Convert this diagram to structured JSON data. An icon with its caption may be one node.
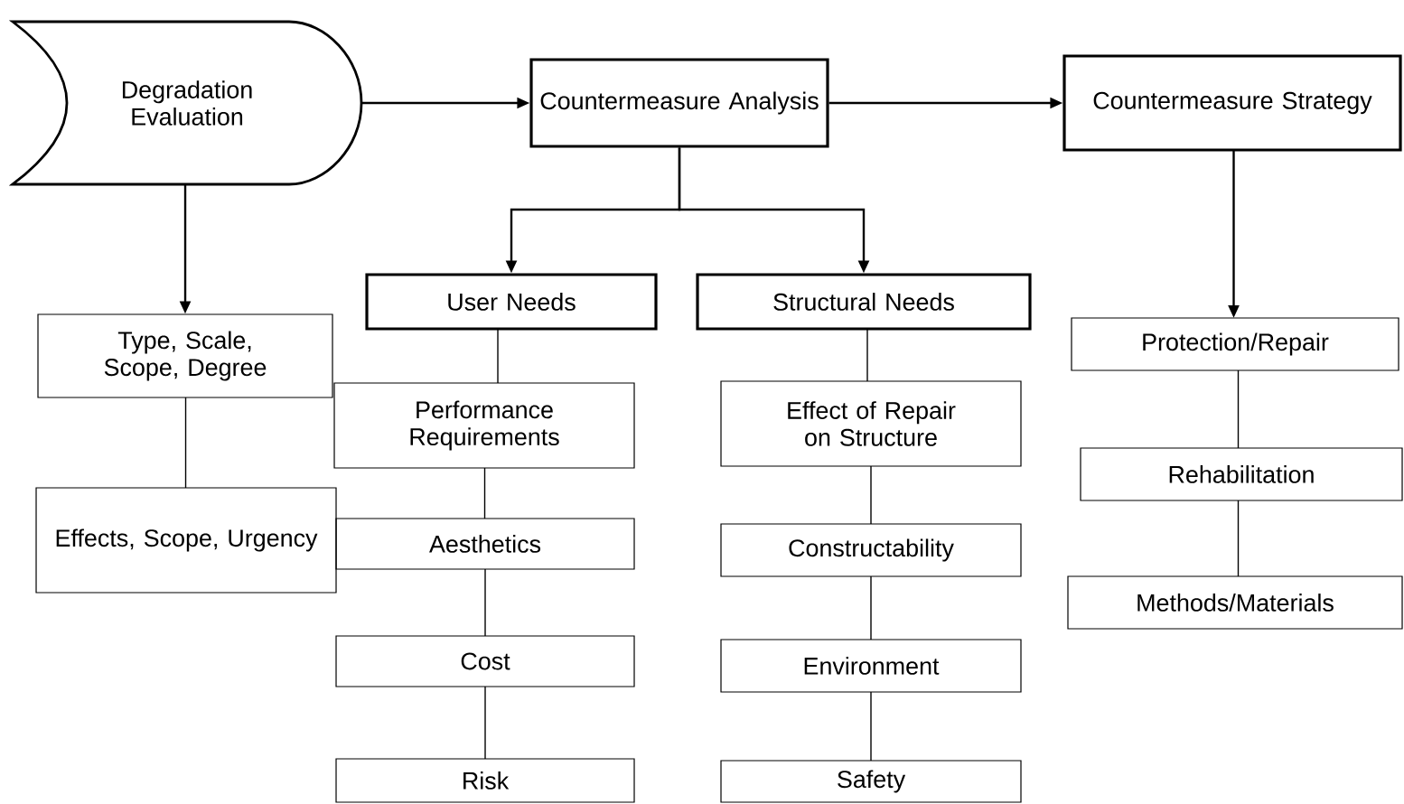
{
  "diagram": {
    "nodes": [
      {
        "text": [
          "Degradation Evaluation"
        ]
      },
      {
        "text": [
          "Countermeasure Analysis"
        ]
      },
      {
        "text": [
          "Countermeasure Strategy"
        ]
      },
      {
        "text": [
          "User Needs"
        ]
      },
      {
        "text": [
          "Structural Needs"
        ]
      },
      {
        "text": [
          "Type, Scale, Scope, Degree"
        ]
      },
      {
        "text": [
          "Performance Requirements"
        ]
      },
      {
        "text": [
          "Effects, Scope, Urgency"
        ]
      },
      {
        "text": [
          "Aesthetics"
        ]
      },
      {
        "text": [
          "Cost"
        ]
      },
      {
        "text": [
          "Risk"
        ]
      },
      {
        "text": [
          "Effect of Repair on Structure"
        ]
      },
      {
        "text": [
          "Constructability"
        ]
      },
      {
        "text": [
          "Environment"
        ]
      },
      {
        "text": [
          "Safety"
        ]
      },
      {
        "text": [
          "Protection/Repair"
        ]
      },
      {
        "text": [
          "Rehabilitation"
        ]
      },
      {
        "text": [
          "Methods/Materials"
        ]
      }
    ],
    "edges": [
      {
        "from": 0,
        "to": 1,
        "arrow": "to"
      },
      {
        "from": 1,
        "to": 2,
        "arrow": "to"
      },
      {
        "from": 1,
        "to": 3,
        "arrow": "to"
      },
      {
        "from": 1,
        "to": 4,
        "arrow": "to"
      },
      {
        "from": 0,
        "to": 5,
        "arrow": "to"
      },
      {
        "from": 2,
        "to": 15,
        "arrow": "to"
      },
      {
        "from": 5,
        "to": 7,
        "arrow": "none"
      },
      {
        "from": 3,
        "to": 6,
        "arrow": "none"
      },
      {
        "from": 6,
        "to": 8,
        "arrow": "none"
      },
      {
        "from": 8,
        "to": 9,
        "arrow": "none"
      },
      {
        "from": 9,
        "to": 10,
        "arrow": "none"
      },
      {
        "from": 4,
        "to": 11,
        "arrow": "none"
      },
      {
        "from": 11,
        "to": 12,
        "arrow": "none"
      },
      {
        "from": 12,
        "to": 13,
        "arrow": "none"
      },
      {
        "from": 13,
        "to": 14,
        "arrow": "none"
      },
      {
        "from": 15,
        "to": 16,
        "arrow": "none"
      },
      {
        "from": 16,
        "to": 17,
        "arrow": "none"
      }
    ]
  }
}
